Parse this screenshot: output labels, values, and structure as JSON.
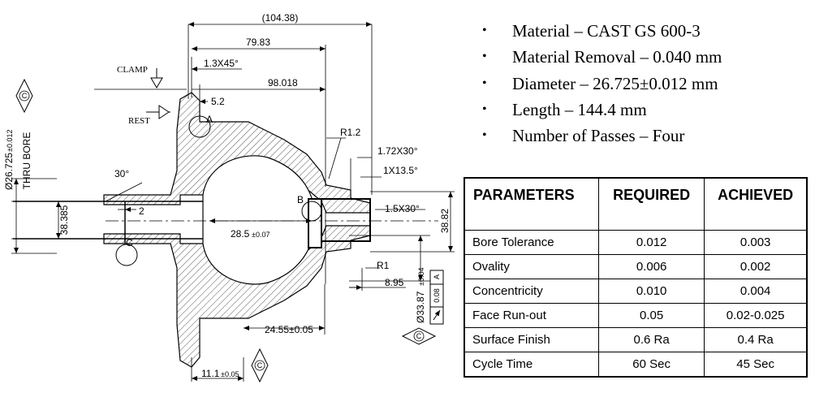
{
  "drawing": {
    "dims": {
      "overall_length": "(104.38)",
      "flange_to_bore": "79.83",
      "chamfer_top": "1.3X45°",
      "length_98": "98.018",
      "dim_5_2": "5.2",
      "radius_1_2": "R1.2",
      "chamfer_1_72": "1.72X30°",
      "chamfer_1x13": "1X13.5°",
      "chamfer_1_5": "1.5X30°",
      "angle_30": "30°",
      "dim_2": "2",
      "bore_38_385": "38.385",
      "bore_28_5": "28.5",
      "bore_28_5_tol": "±0.07",
      "shaft_38_82": "38.82",
      "radius_1": "R1",
      "dim_8_95": "8.95",
      "dim_24_55": "24.55±0.05",
      "dim_11_1": "11.1",
      "dim_11_1_tol": "±0.05",
      "dia_26_725": "Ø26.725",
      "dia_26_725_tol": "±0.012",
      "thru_bore": "THRU BORE",
      "dia_33_87": "Ø33.87",
      "dia_33_87_tol": "±0.04",
      "runout_value": "0.08",
      "runout_datum": "A"
    },
    "labels": {
      "clamp": "CLAMP",
      "rest": "REST",
      "point_a": "A",
      "point_b": "B",
      "point_c": "C",
      "diamond_mark": "C"
    }
  },
  "specs": [
    "Material – CAST GS 600-3",
    "Material Removal – 0.040 mm",
    "Diameter – 26.725±0.012 mm",
    "Length – 144.4 mm",
    "Number of Passes – Four"
  ],
  "bullet_glyph": "•",
  "table": {
    "headers": [
      "PARAMETERS",
      "REQUIRED",
      "ACHIEVED"
    ],
    "rows": [
      [
        "Bore Tolerance",
        "0.012",
        "0.003"
      ],
      [
        "Ovality",
        "0.006",
        "0.002"
      ],
      [
        "Concentricity",
        "0.010",
        "0.004"
      ],
      [
        "Face Run-out",
        "0.05",
        "0.02-0.025"
      ],
      [
        "Surface Finish",
        "0.6 Ra",
        "0.4 Ra"
      ],
      [
        "Cycle Time",
        "60 Sec",
        "45 Sec"
      ]
    ]
  }
}
